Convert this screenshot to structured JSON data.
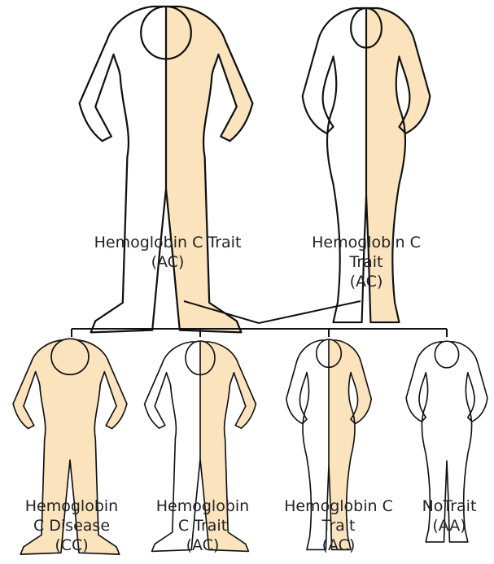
{
  "colors": {
    "fill": "#fbe3bd",
    "stroke": "#111111",
    "text": "#222222"
  },
  "parents": [
    {
      "id": "father",
      "inheritance": "AC",
      "label_lines": [
        "Hemoglobin C Trait",
        "(AC)"
      ]
    },
    {
      "id": "mother",
      "inheritance": "AC",
      "label_lines": [
        "Hemoglobin C",
        "Trait",
        "(AC)"
      ]
    }
  ],
  "children": [
    {
      "id": "child-1",
      "inheritance": "CC",
      "label_lines": [
        "Hemoglobin",
        "C Disease",
        "(CC)"
      ]
    },
    {
      "id": "child-2",
      "inheritance": "AC",
      "label_lines": [
        "Hemoglobin",
        "C Trait",
        "(AC)"
      ]
    },
    {
      "id": "child-3",
      "inheritance": "AC",
      "label_lines": [
        "Hemoglobin C",
        "Trait",
        "(AC)"
      ]
    },
    {
      "id": "child-4",
      "inheritance": "AA",
      "label_lines": [
        "NoTrait",
        "(AA)"
      ]
    }
  ]
}
